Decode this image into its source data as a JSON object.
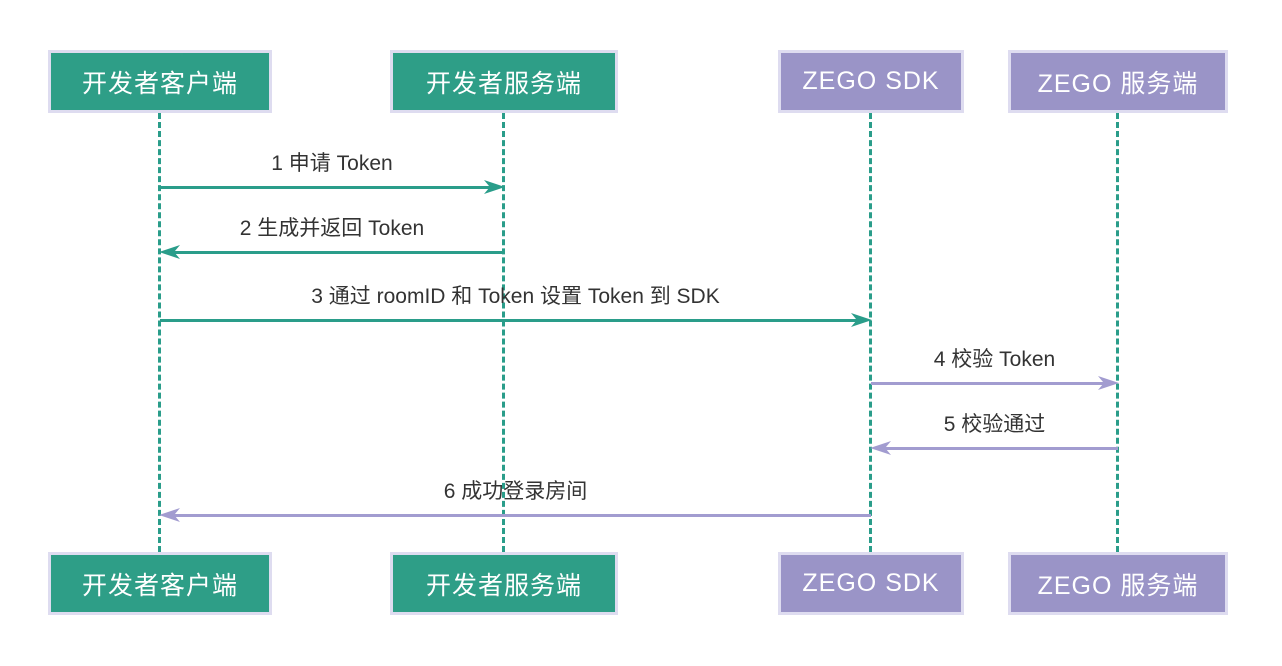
{
  "diagram": {
    "type": "sequence",
    "participants": [
      {
        "id": "dev-client",
        "label": "开发者客户端",
        "fill": "#2e9e87",
        "text_color": "#ffffff"
      },
      {
        "id": "dev-server",
        "label": "开发者服务端",
        "fill": "#2e9e87",
        "text_color": "#ffffff"
      },
      {
        "id": "zego-sdk",
        "label": "ZEGO SDK",
        "fill": "#9a94c7",
        "text_color": "#ffffff"
      },
      {
        "id": "zego-server",
        "label": "ZEGO 服务端",
        "fill": "#9a94c7",
        "text_color": "#ffffff"
      }
    ],
    "messages": [
      {
        "seq": 1,
        "label": "1 申请 Token",
        "from": "dev-client",
        "to": "dev-server",
        "direction": "right",
        "arrow_color": "#2a9d8a"
      },
      {
        "seq": 2,
        "label": "2 生成并返回 Token",
        "from": "dev-server",
        "to": "dev-client",
        "direction": "left",
        "arrow_color": "#2a9d8a"
      },
      {
        "seq": 3,
        "label": "3 通过 roomID 和 Token 设置 Token 到 SDK",
        "from": "dev-client",
        "to": "zego-sdk",
        "direction": "right",
        "arrow_color": "#2a9d8a"
      },
      {
        "seq": 4,
        "label": "4 校验 Token",
        "from": "zego-sdk",
        "to": "zego-server",
        "direction": "right",
        "arrow_color": "#a29cd0"
      },
      {
        "seq": 5,
        "label": "5 校验通过",
        "from": "zego-server",
        "to": "zego-sdk",
        "direction": "left",
        "arrow_color": "#a29cd0"
      },
      {
        "seq": 6,
        "label": "6 成功登录房间",
        "from": "zego-sdk",
        "to": "dev-client",
        "direction": "left",
        "arrow_color": "#a29cd0"
      }
    ],
    "colors": {
      "teal_fill": "#2e9e87",
      "purple_fill": "#9a94c7",
      "teal_arrow": "#2a9d8a",
      "purple_arrow": "#a29cd0",
      "box_border": "#dedcf0",
      "lifeline": "#2a9d8a",
      "message_text": "#333333",
      "background": "#ffffff"
    }
  }
}
